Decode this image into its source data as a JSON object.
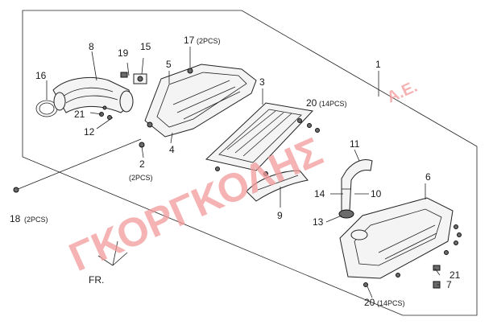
{
  "watermark": {
    "main": "ΓΚΟΡΓΚΟΛΗΣ",
    "suffix": "Α.Ε."
  },
  "direction_label": "FR.",
  "labels": {
    "p1": "1",
    "p2": "2",
    "p2_qty": "(2PCS)",
    "p3": "3",
    "p4": "4",
    "p5": "5",
    "p6": "6",
    "p7": "7",
    "p8": "8",
    "p9": "9",
    "p10": "10",
    "p11": "11",
    "p12": "12",
    "p13": "13",
    "p14": "14",
    "p15": "15",
    "p16": "16",
    "p17": "17",
    "p17_qty": "(2PCS)",
    "p18": "18",
    "p18_qty": "(2PCS)",
    "p19": "19",
    "p20a": "20",
    "p20a_qty": "(14PCS)",
    "p20b": "20",
    "p20b_qty": "(14PCS)",
    "p21a": "21",
    "p21b": "21"
  }
}
